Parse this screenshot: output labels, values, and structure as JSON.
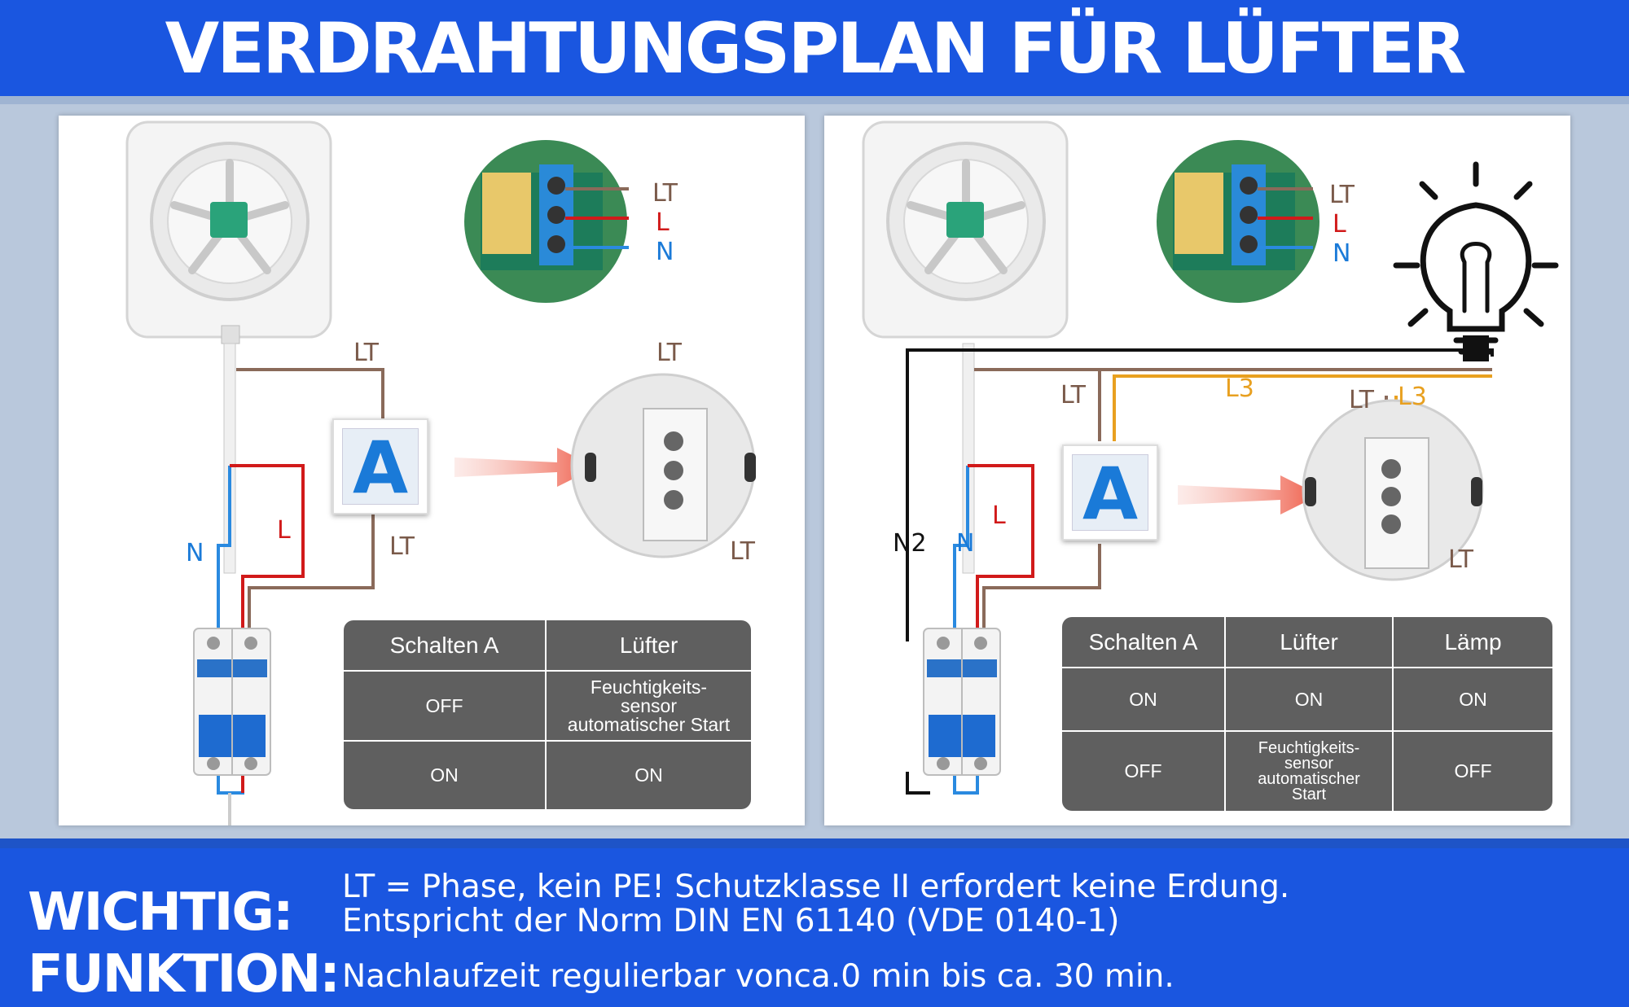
{
  "header": {
    "title": "VERDRAHTUNGSPLAN FÜR LÜFTER"
  },
  "left_panel": {
    "pcb_labels": [
      "LT",
      "L",
      "N"
    ],
    "wire_labels": {
      "lt_top": "LT",
      "lt_lower": "LT",
      "l": "L",
      "n": "N",
      "lt_socket_top": "LT",
      "lt_socket_bottom": "LT"
    },
    "switch_letter": "A",
    "table": {
      "headers": [
        "Schalten A",
        "Lüfter"
      ],
      "rows": [
        [
          "OFF",
          "Feuchtigkeits-\nsensor\nautomatischer Start"
        ],
        [
          "ON",
          "ON"
        ]
      ]
    }
  },
  "right_panel": {
    "pcb_labels": [
      "LT",
      "L",
      "N"
    ],
    "wire_labels": {
      "lt": "LT",
      "l3": "L3",
      "l": "L",
      "n": "N",
      "n2": "N2",
      "lt_socket": "LT",
      "l3_socket": "L3",
      "lt_socket_bottom": "LT"
    },
    "switch_letter": "A",
    "table": {
      "headers": [
        "Schalten A",
        "Lüfter",
        "Lämp"
      ],
      "rows": [
        [
          "ON",
          "ON",
          "ON"
        ],
        [
          "OFF",
          "Feuchtigkeits-\nsensor\nautomatischer\nStart",
          "OFF"
        ]
      ]
    }
  },
  "footer": {
    "wichtig_key": "WICHTIG:",
    "wichtig_line1": "LT = Phase, kein PE! Schutzklasse II erfordert keine Erdung.",
    "wichtig_line2": "Entspricht der Norm DIN EN 61140 (VDE 0140-1)",
    "funktion_key": "FUNKTION:",
    "funktion_text": "Nachlaufzeit regulierbar vonca.0 min bis ca. 30 min."
  },
  "colors": {
    "header_blue": "#1a56e0",
    "wire_brown": "#8a6a5a",
    "wire_red": "#d11a1a",
    "wire_blue": "#2a8ae0",
    "wire_orange": "#e8a020",
    "wire_black": "#111111",
    "table_bg": "#5f5f5f"
  },
  "icons": [
    "exhaust-fan-icon",
    "pcb-terminal-icon",
    "wall-socket-icon",
    "circuit-breaker-icon",
    "light-bulb-icon",
    "arrow-right-icon"
  ]
}
